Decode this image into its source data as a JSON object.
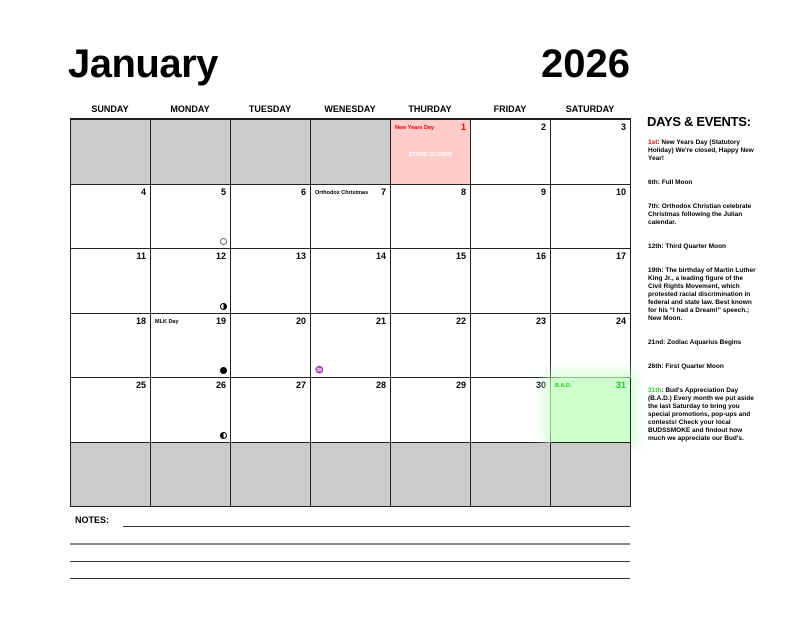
{
  "header": {
    "month": "January",
    "year": "2026"
  },
  "weekdays": [
    "SUNDAY",
    "MONDAY",
    "TUESDAY",
    "WENESDAY",
    "THURDAY",
    "FRIDAY",
    "SATURDAY"
  ],
  "colors": {
    "holiday_bg": "#ffcccc",
    "holiday_text": "#ff0000",
    "bad_bg": "#ccffcc",
    "bad_text": "#22cc22",
    "empty": "#cbcbcb"
  },
  "cells": [
    {
      "day": ""
    },
    {
      "day": ""
    },
    {
      "day": ""
    },
    {
      "day": ""
    },
    {
      "day": "1",
      "event": "New Years Day",
      "note": "STORE CLOSED",
      "style": "holiday"
    },
    {
      "day": "2"
    },
    {
      "day": "3"
    },
    {
      "day": "4"
    },
    {
      "day": "5",
      "moon": "full"
    },
    {
      "day": "6"
    },
    {
      "day": "7",
      "event": "Orthodox Christmas"
    },
    {
      "day": "8"
    },
    {
      "day": "9"
    },
    {
      "day": "10"
    },
    {
      "day": "11"
    },
    {
      "day": "12",
      "moon": "third"
    },
    {
      "day": "13"
    },
    {
      "day": "14"
    },
    {
      "day": "15"
    },
    {
      "day": "16"
    },
    {
      "day": "17"
    },
    {
      "day": "18"
    },
    {
      "day": "19",
      "event": "MLK Day",
      "moon": "new"
    },
    {
      "day": "20"
    },
    {
      "day": "21",
      "zodiac": "♒"
    },
    {
      "day": "22"
    },
    {
      "day": "23"
    },
    {
      "day": "24"
    },
    {
      "day": "25"
    },
    {
      "day": "26",
      "moon": "first"
    },
    {
      "day": "27"
    },
    {
      "day": "28"
    },
    {
      "day": "29"
    },
    {
      "day": "30"
    },
    {
      "day": "31",
      "event": "B.A.D.",
      "style": "bad"
    },
    {
      "day": ""
    },
    {
      "day": ""
    },
    {
      "day": ""
    },
    {
      "day": ""
    },
    {
      "day": ""
    },
    {
      "day": ""
    },
    {
      "day": ""
    }
  ],
  "sidebar": {
    "title": "DAYS & EVENTS:",
    "events": [
      {
        "date": "1st",
        "text": ": New Years Day (Statutory Holiday) We're closed, Happy New Year!",
        "color": "#ff0000"
      },
      {
        "date": "6th",
        "text": ": Full Moon"
      },
      {
        "date": "7th",
        "text": ": Orthodox Christian celebrate Christmas following the Julian calendar."
      },
      {
        "date": "12th",
        "text": ": Third Quarter Moon"
      },
      {
        "date": "19th",
        "text": ": The birthday of Martin Luther King Jr.,  a leading figure of the Civil Rights Movement, which protested racial discrimination in federal and state law. Best known for his “I had a Dream!” speech.; New Moon."
      },
      {
        "date": "21nd",
        "text": ": Zodiac Aquarius Begins"
      },
      {
        "date": "26th",
        "text": ": First Quarter Moon"
      },
      {
        "date": "31th",
        "text": ": Bud's Appreciation Day (B.A.D.) Every month we put aside the last Saturday to bring you special promotions, pop-ups and contests! Check your local BUDSSMOKE and findout how much we appreciate our Bud's.",
        "color": "#22cc22"
      }
    ]
  },
  "notes": {
    "label": "NOTES:"
  }
}
